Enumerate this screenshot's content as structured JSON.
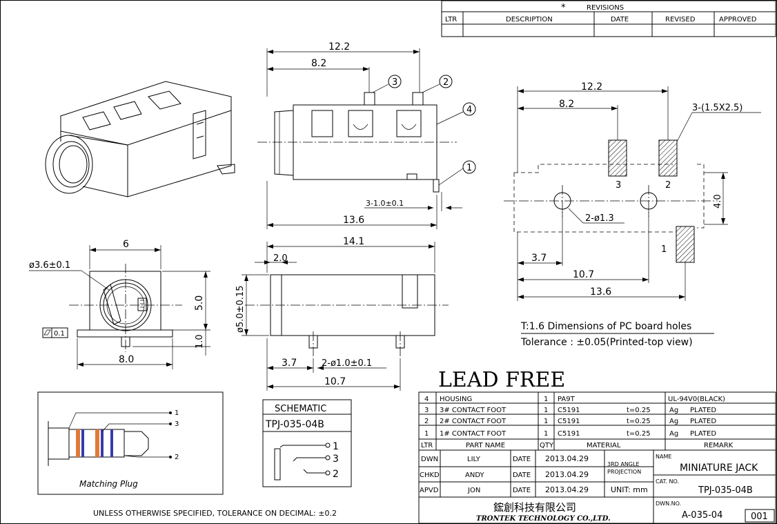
{
  "revisions": {
    "star": "*",
    "title": "REVISIONS",
    "headers": [
      "LTR",
      "DESCRIPTION",
      "DATE",
      "REVISED",
      "APPROVED"
    ]
  },
  "side_view": {
    "dim_12_2": "12.2",
    "dim_8_2": "8.2",
    "dim_13_6": "13.6",
    "dim_pin": "3-1.0±0.1",
    "callouts": [
      "3",
      "2",
      "4",
      "1"
    ]
  },
  "pcb_view": {
    "dim_12_2": "12.2",
    "dim_8_2": "8.2",
    "slot_note": "3-(1.5X2.5)",
    "hole_note": "2-ø1.3",
    "dim_4_0": "4.0",
    "dim_3_7": "3.7",
    "dim_10_7": "10.7",
    "dim_13_6": "13.6",
    "pad_labels": [
      "3",
      "2",
      "1"
    ],
    "caption_1": "T:1.6 Dimensions of PC board holes",
    "caption_2": "Tolerance : ±0.05(Printed-top view)"
  },
  "front_view": {
    "dim_6": "6",
    "dim_dia": "ø3.6±0.1",
    "dim_5_0": "5.0",
    "dim_1_0": "1.0",
    "dim_8_0": "8.0",
    "flatness_value": "0.1"
  },
  "bottom_view": {
    "dim_14_1": "14.1",
    "dim_2_0": "2.0",
    "dim_dia": "ø5.0±0.15",
    "dim_3_7": "3.7",
    "dim_pins": "2-ø1.0±0.1",
    "dim_10_7": "10.7"
  },
  "plug": {
    "caption": "Matching  Plug",
    "pins": [
      "1",
      "3",
      "2"
    ]
  },
  "schematic": {
    "title": "SCHEMATIC",
    "part": "TPJ-035-04B",
    "pins": [
      "1",
      "3",
      "2"
    ]
  },
  "tolerance_note": "UNLESS OTHERWISE SPECIFIED, TOLERANCE ON DECIMAL: ±0.2",
  "lead_free": "LEAD FREE",
  "bom": {
    "rows": [
      {
        "ltr": "4",
        "name": "HOUSING",
        "qty": "1",
        "material": "PA9T",
        "thick": "",
        "remark_a": "UL-94V0(BLACK)",
        "remark_b": ""
      },
      {
        "ltr": "3",
        "name": "3# CONTACT FOOT",
        "qty": "1",
        "material": "C5191",
        "thick": "t=0.25",
        "remark_a": "Ag",
        "remark_b": "PLATED"
      },
      {
        "ltr": "2",
        "name": "2# CONTACT FOOT",
        "qty": "1",
        "material": "C5191",
        "thick": "t=0.25",
        "remark_a": "Ag",
        "remark_b": "PLATED"
      },
      {
        "ltr": "1",
        "name": "1# CONTACT FOOT",
        "qty": "1",
        "material": "C5191",
        "thick": "t=0.25",
        "remark_a": "Ag",
        "remark_b": "PLATED"
      }
    ],
    "headers": {
      "ltr": "LTR",
      "name": "PART  NAME",
      "qty": "QTY",
      "material": "MATERIAL",
      "remark": "REMARK"
    }
  },
  "title_block": {
    "dwn_label": "DWN",
    "dwn_name": "LILY",
    "chkd_label": "CHKD",
    "chkd_name": "ANDY",
    "apvd_label": "APVD",
    "apvd_name": "JON",
    "date_label": "DATE",
    "date_dwn": "2013.04.29",
    "date_chkd": "2013.04.29",
    "date_apvd": "2013.04.29",
    "projection_1": "3RD  ANGLE",
    "projection_2": "PROJECTION",
    "unit": "UNIT: mm",
    "name_label": "NAME",
    "name_value": "MINIATURE  JACK",
    "cat_label": "CAT. NO.",
    "cat_value": "TPJ-035-04B",
    "dwn_no_label": "DWN.NO.",
    "dwn_no_value": "A-035-04",
    "sheet": "001",
    "company_cn": "鋐創科技有限公司",
    "company_en": "TRONTEK TECHNOLOGY CO.,LTD."
  },
  "colors": {
    "line": "#000000",
    "plug_blue": "#3a3aa8",
    "plug_orange": "#e07a3a"
  }
}
